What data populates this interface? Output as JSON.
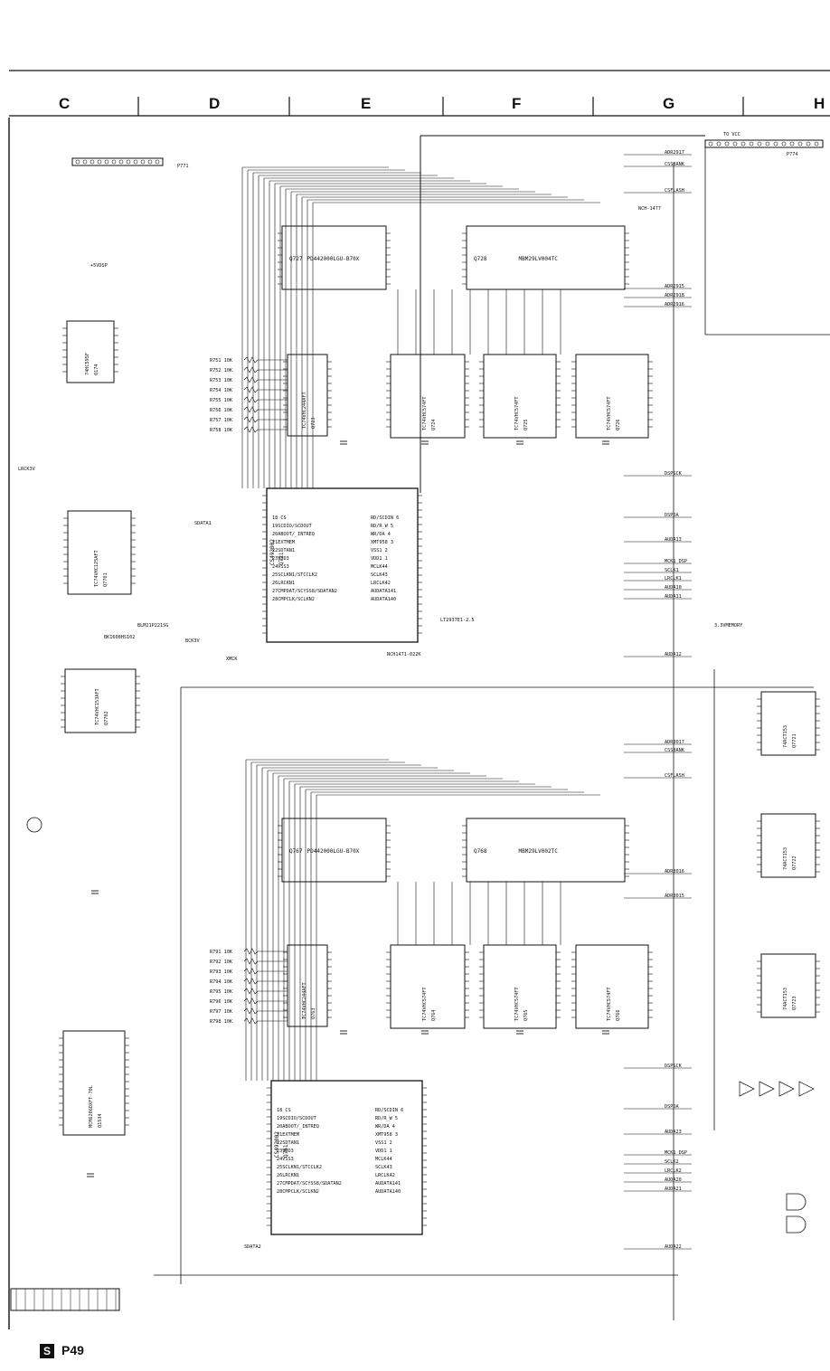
{
  "columns": [
    "C",
    "D",
    "E",
    "F",
    "G",
    "H"
  ],
  "page": {
    "badge": "S",
    "number": "P49"
  },
  "ics": [
    {
      "ref": "Q727",
      "part": "PD442000LGU-B70X"
    },
    {
      "ref": "Q728",
      "part": "MBM29LV004TC"
    },
    {
      "ref": "Q174",
      "part": "74HC595F"
    },
    {
      "ref": "Q723",
      "part": "TC74VHC244AFT"
    },
    {
      "ref": "Q724",
      "part": "TC74VHC574FT"
    },
    {
      "ref": "Q725",
      "part": "TC74VHC574FT"
    },
    {
      "ref": "Q726",
      "part": "TC74VHC574FT"
    },
    {
      "ref": "Q721",
      "part": "CS493002"
    },
    {
      "ref": "Q7701",
      "part": "TC74VHC125AFT"
    },
    {
      "ref": "Q7702",
      "part": "TC74VHC153AFT"
    },
    {
      "ref": "Q767",
      "part": "PD442000LGU-B70X"
    },
    {
      "ref": "Q768",
      "part": "MBM29LV002TC"
    },
    {
      "ref": "Q763",
      "part": "TC74VHC244AFT"
    },
    {
      "ref": "Q764",
      "part": "TC74VHC574FT"
    },
    {
      "ref": "Q765",
      "part": "TC74VHC574FT"
    },
    {
      "ref": "Q766",
      "part": "TC74VHC574FT"
    },
    {
      "ref": "Q761",
      "part": "CS493002"
    },
    {
      "ref": "Q7721",
      "part": "74ACT153"
    },
    {
      "ref": "Q7722",
      "part": "74ACT153"
    },
    {
      "ref": "Q7723",
      "part": "74ACT153"
    },
    {
      "ref": "Q1534",
      "part": "MCM6206DXFT-70L"
    }
  ],
  "resistors_top": [
    "R751 10K",
    "R752 10K",
    "R753 10K",
    "R754 10K",
    "R755 10K",
    "R756 10K",
    "R757 10K",
    "R758 10K"
  ],
  "resistors_bottom": [
    "R791 10K",
    "R792 10K",
    "R793 10K",
    "R794 10K",
    "R795 10K",
    "R796 10K",
    "R797 10K",
    "R798 10K"
  ],
  "signals_right_top": [
    "ADR2917",
    "CSSBANK",
    "CSFLASH",
    "ADR2915",
    "ADR2918",
    "ADR2916",
    "DSPSCK",
    "DSPDA",
    "AUDA13",
    "MCK1 DSP",
    "SCLK1",
    "LRCLK1",
    "AUDA10",
    "AUDA11",
    "AUDA12"
  ],
  "signals_right_bottom": [
    "ADR3017",
    "CSSBANK",
    "CSFLASH",
    "ADR3016",
    "ADR3015",
    "DSPSCK",
    "DSPDA",
    "AUDA23",
    "MCK1 DSP",
    "SCLK2",
    "LRCLK2",
    "AUDA20",
    "AUDA21",
    "AUDA22"
  ],
  "cs_pins": [
    "18 CS",
    "19SCDIO/SCDOUT",
    "20ABOOT/_INTREQ",
    "21EXTMEM",
    "22SDTAN1",
    "23VDD3",
    "24VSS3",
    "25SCLKN1/STCCLK2",
    "26LRCKN1",
    "27CMPDAT/SCYSS8/SDATAN2",
    "28CMPCLK/SCLKN2"
  ],
  "cs_pins_right": [
    "RD/SCDIN 6",
    "RD/R_W 5",
    "WR/DA 4",
    "XMT958 3",
    "VSS1 2",
    "VDD1 1",
    "MCLK44",
    "SCLK43",
    "LRCLK42",
    "AUDATA141",
    "AUDATA140"
  ],
  "misc_labels": [
    "NCH-1477",
    "BK1608HS102",
    "BLM21P221SG",
    "LT2937E1-2.5",
    "+5VDSP",
    "3.3VMEMORY",
    "NCH1471-022K",
    "P771",
    "P774",
    "TO VCC",
    "XMCK",
    "LRCK3V",
    "BCK3V",
    "SDATA1",
    "SDATA2"
  ]
}
